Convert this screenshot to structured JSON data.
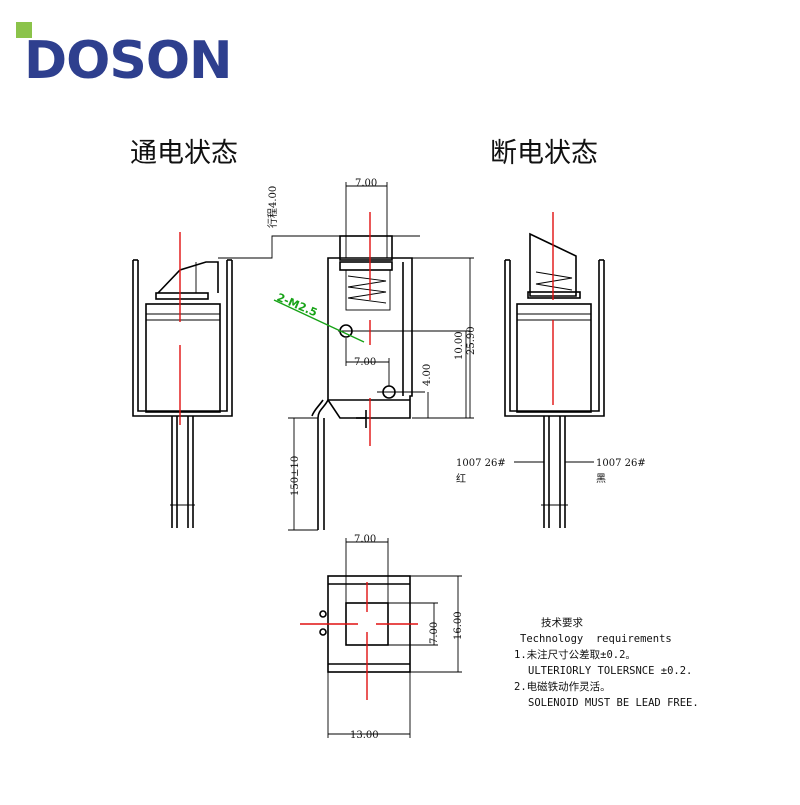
{
  "brand": {
    "name": "DOSON",
    "color": "#2e3f8e",
    "accent": "#8bc34a"
  },
  "titles": {
    "energized": "通电状态",
    "de_energized": "断电状态"
  },
  "dims": {
    "stroke": "行程4.00",
    "top_width": "7.00",
    "screw": "2-M2.5",
    "hole_pitch": "7.00",
    "h4": "4.00",
    "h10": "10.00",
    "h25": "25.90",
    "lead_len": "150±10",
    "bottom_top": "7.00",
    "bottom_inner": "7.00",
    "bottom_height": "16.00",
    "bottom_width": "13.00"
  },
  "wires": {
    "left_spec": "1007 26#",
    "left_color": "红",
    "right_spec": "1007 26#",
    "right_color": "黑"
  },
  "tech": {
    "heading_cn": "技术要求",
    "heading_en": "Technology  requirements",
    "item1_cn": "1.未注尺寸公差取±0.2。",
    "item1_en": "ULTERIORLY TOLERSNCE ±0.2.",
    "item2_cn": "2.电磁铁动作灵活。",
    "item2_en": "SOLENOID MUST BE LEAD FREE."
  }
}
